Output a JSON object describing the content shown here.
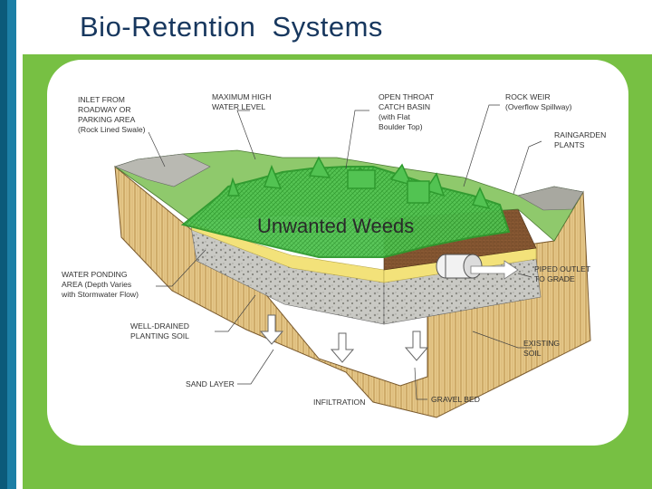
{
  "slide": {
    "title": "Bio-Retention  Systems"
  },
  "diagram": {
    "overlay_label": "Unwanted Weeds",
    "labels": {
      "inlet": [
        "INLET FROM",
        "ROADWAY OR",
        "PARKING AREA",
        "(Rock Lined Swale)"
      ],
      "max_water": [
        "MAXIMUM HIGH",
        "WATER LEVEL"
      ],
      "catch_basin": [
        "OPEN THROAT",
        "CATCH BASIN",
        "(with Flat",
        "Boulder Top)"
      ],
      "rock_weir": [
        "ROCK WEIR",
        "(Overflow Spillway)"
      ],
      "raingarden": [
        "RAINGARDEN",
        "PLANTS"
      ],
      "ponding": [
        "WATER PONDING",
        "AREA (Depth Varies",
        "with Stormwater Flow)"
      ],
      "piped_outlet": [
        "PIPED OUTLET",
        "TO GRADE"
      ],
      "planting_soil": [
        "WELL-DRAINED",
        "PLANTING SOIL"
      ],
      "existing_soil": [
        "EXISTING",
        "SOIL"
      ],
      "sand_layer": [
        "SAND LAYER"
      ],
      "infiltration": [
        "INFILTRATION"
      ],
      "gravel_bed": [
        "GRAVEL BED"
      ]
    }
  },
  "colors": {
    "left_bar": "#0b5a7a",
    "panel_green": "#77c043",
    "title": "#17375e",
    "weed_overlay": "#3fbf3f"
  }
}
